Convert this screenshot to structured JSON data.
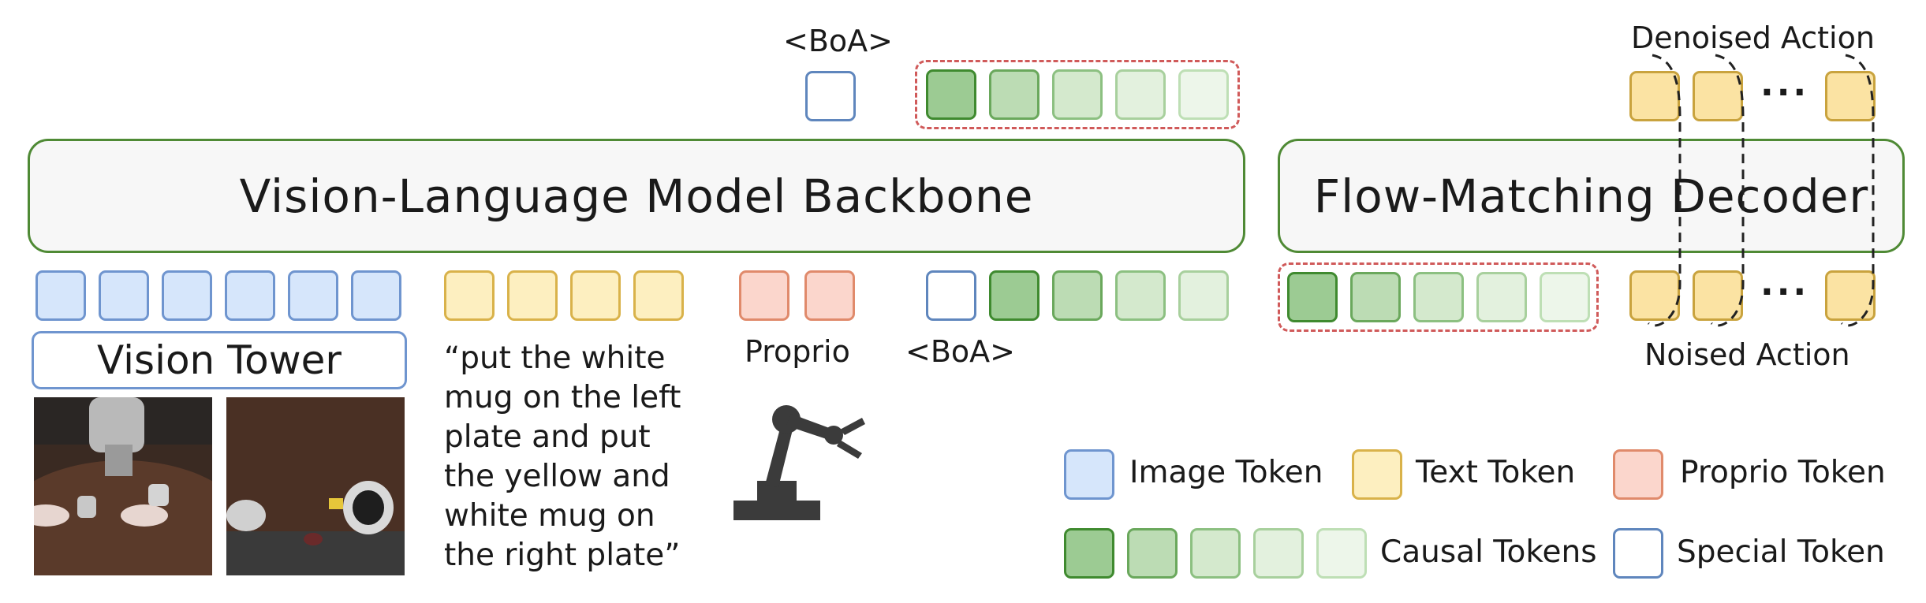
{
  "colors": {
    "image": {
      "fill": "#d6e6fb",
      "stroke": "#6f95cf"
    },
    "text": {
      "fill": "#fdefc0",
      "stroke": "#d9b24a"
    },
    "proprio": {
      "fill": "#fbd6cc",
      "stroke": "#e08a6b"
    },
    "special": {
      "fill": "#ffffff",
      "stroke": "#5f86bd"
    },
    "causal": [
      {
        "fill": "#9ccb93",
        "stroke": "#3f8a2f"
      },
      {
        "fill": "#bcdcb4",
        "stroke": "#6aa85c"
      },
      {
        "fill": "#d4e9cd",
        "stroke": "#8cc081"
      },
      {
        "fill": "#e3f1de",
        "stroke": "#a8d09d"
      },
      {
        "fill": "#edf6ea",
        "stroke": "#bedfb5"
      }
    ],
    "action": {
      "fill": "#fbe3a3",
      "stroke": "#c9a33e"
    },
    "box_border": "#4f8a35",
    "dashed_border": "#d05a5a"
  },
  "backbone": {
    "label": "Vision-Language Model Backbone"
  },
  "decoder": {
    "label": "Flow-Matching Decoder"
  },
  "vision_tower": {
    "label": "Vision Tower"
  },
  "boa_top": "<BoA>",
  "boa_bottom": "<BoA>",
  "proprio_label": "Proprio",
  "instruction": "“put the white\nmug on the left\nplate and put\nthe yellow and\nwhite mug on\nthe right plate”",
  "denoised_label": "Denoised Action",
  "noised_label": "Noised Action",
  "dots": "···",
  "legend": {
    "image": "Image Token",
    "text": "Text Token",
    "proprio": "Proprio Token",
    "causal": "Causal Tokens",
    "special": "Special Token"
  },
  "icons": [
    "robot-arm-icon",
    "camera-view-image-1",
    "camera-view-image-2"
  ]
}
